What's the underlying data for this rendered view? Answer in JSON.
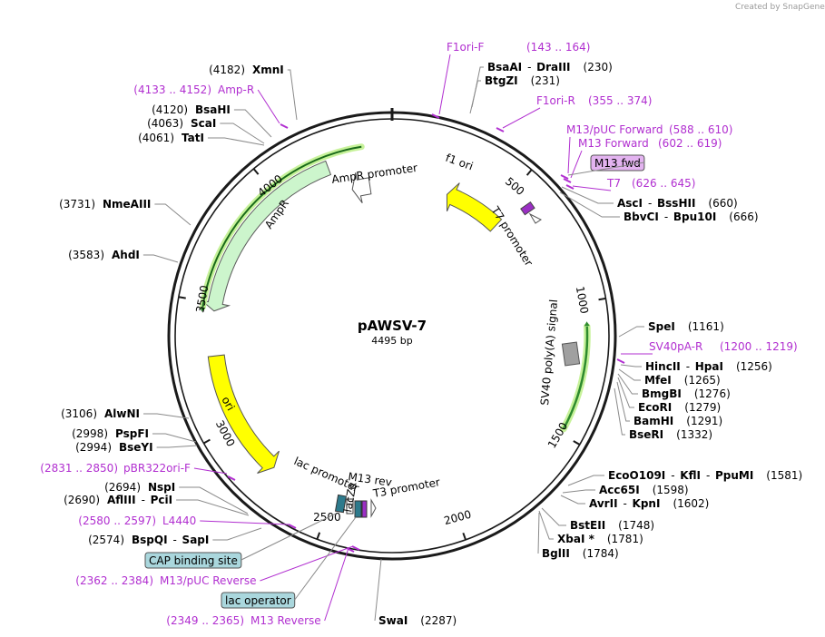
{
  "credit": "Created by SnapGene",
  "plasmid": {
    "name": "pAWSV-7",
    "length_text": "4495 bp",
    "length": 4495
  },
  "ticks": [
    {
      "pos": 500,
      "label": "500"
    },
    {
      "pos": 1000,
      "label": "1000"
    },
    {
      "pos": 1500,
      "label": "1500"
    },
    {
      "pos": 2000,
      "label": "2000"
    },
    {
      "pos": 2500,
      "label": "2500"
    },
    {
      "pos": 3000,
      "label": "3000"
    },
    {
      "pos": 3500,
      "label": "3500"
    },
    {
      "pos": 4000,
      "label": "4000"
    }
  ],
  "enzymes_right": [
    {
      "pos": 230,
      "name": "BsaAI",
      "name2": "DraIII",
      "coord": "(230)"
    },
    {
      "pos": 231,
      "name": "BtgZI",
      "name2": "",
      "coord": "(231)"
    },
    {
      "pos": 660,
      "name": "AscI",
      "name2": "BssHII",
      "coord": "(660)"
    },
    {
      "pos": 666,
      "name": "BbvCI",
      "name2": "Bpu10I",
      "coord": "(666)"
    },
    {
      "pos": 1161,
      "name": "SpeI",
      "name2": "",
      "coord": "(1161)"
    },
    {
      "pos": 1256,
      "name": "HincII",
      "name2": "HpaI",
      "coord": "(1256)"
    },
    {
      "pos": 1265,
      "name": "MfeI",
      "name2": "",
      "coord": "(1265)"
    },
    {
      "pos": 1276,
      "name": "BmgBI",
      "name2": "",
      "coord": "(1276)"
    },
    {
      "pos": 1279,
      "name": "EcoRI",
      "name2": "",
      "coord": "(1279)"
    },
    {
      "pos": 1291,
      "name": "BamHI",
      "name2": "",
      "coord": "(1291)"
    },
    {
      "pos": 1332,
      "name": "BseRI",
      "name2": "",
      "coord": "(1332)"
    },
    {
      "pos": 1581,
      "name": "EcoO109I",
      "name2": "KflI",
      "name3": "PpuMI",
      "coord": "(1581)"
    },
    {
      "pos": 1598,
      "name": "Acc65I",
      "name2": "",
      "coord": "(1598)"
    },
    {
      "pos": 1602,
      "name": "AvrII",
      "name2": "KpnI",
      "coord": "(1602)"
    },
    {
      "pos": 1748,
      "name": "BstEII",
      "name2": "",
      "coord": "(1748)"
    },
    {
      "pos": 1781,
      "name": "XbaI *",
      "name2": "",
      "coord": "(1781)"
    },
    {
      "pos": 1784,
      "name": "BglII",
      "name2": "",
      "coord": "(1784)"
    },
    {
      "pos": 2287,
      "name": "SwaI",
      "name2": "",
      "coord": "(2287)"
    }
  ],
  "enzymes_left": [
    {
      "pos": 4182,
      "name": "XmnI",
      "name2": "",
      "coord": "(4182)"
    },
    {
      "pos": 4120,
      "name": "BsaHI",
      "name2": "",
      "coord": "(4120)"
    },
    {
      "pos": 4063,
      "name": "ScaI",
      "name2": "",
      "coord": "(4063)"
    },
    {
      "pos": 4061,
      "name": "TatI",
      "name2": "",
      "coord": "(4061)"
    },
    {
      "pos": 3731,
      "name": "NmeAIII",
      "name2": "",
      "coord": "(3731)"
    },
    {
      "pos": 3583,
      "name": "AhdI",
      "name2": "",
      "coord": "(3583)"
    },
    {
      "pos": 3106,
      "name": "AlwNI",
      "name2": "",
      "coord": "(3106)"
    },
    {
      "pos": 2998,
      "name": "PspFI",
      "name2": "",
      "coord": "(2998)"
    },
    {
      "pos": 2994,
      "name": "BseYI",
      "name2": "",
      "coord": "(2994)"
    },
    {
      "pos": 2694,
      "name": "NspI",
      "name2": "",
      "coord": "(2694)"
    },
    {
      "pos": 2690,
      "name": "AflIII",
      "name2": "PciI",
      "coord": "(2690)"
    },
    {
      "pos": 2574,
      "name": "BspQI",
      "name2": "SapI",
      "coord": "(2574)"
    }
  ],
  "primers": [
    {
      "pos": 153,
      "name": "F1ori-F",
      "range": "(143 .. 164)"
    },
    {
      "pos": 364,
      "name": "F1ori-R",
      "range": "(355 .. 374)"
    },
    {
      "pos": 599,
      "name": "M13/pUC Forward",
      "range": "(588 .. 610)"
    },
    {
      "pos": 610,
      "name": "M13 Forward",
      "range": "(602 .. 619)"
    },
    {
      "pos": 635,
      "name": "T7",
      "range": "(626 .. 645)"
    },
    {
      "pos": 1210,
      "name": "SV40pA-R",
      "range": "(1200 .. 1219)"
    },
    {
      "pos": 4142,
      "name": "Amp-R",
      "range": "(4133 .. 4152)"
    },
    {
      "pos": 2840,
      "name": "pBR322ori-F",
      "range": "(2831 .. 2850)"
    },
    {
      "pos": 2588,
      "name": "L4440",
      "range": "(2580 .. 2597)"
    },
    {
      "pos": 2373,
      "name": "M13/pUC Reverse",
      "range": "(2362 .. 2384)"
    },
    {
      "pos": 2357,
      "name": "M13 Reverse",
      "range": "(2349 .. 2365)"
    }
  ],
  "boxed_labels": {
    "m13_fwd": "M13 fwd",
    "cap_site": "CAP binding site",
    "lac_operator": "lac operator"
  },
  "features": [
    {
      "name": "f1 ori",
      "start": 140,
      "end": 595,
      "color": "#ffff00",
      "direction": "ccw"
    },
    {
      "name": "AmpR promoter",
      "start": 4265,
      "end": 4370,
      "color": "#ffffff",
      "direction": "ccw"
    },
    {
      "name": "AmpR",
      "start": 3440,
      "end": 4240,
      "color": "#ccf5cc",
      "direction": "ccw"
    },
    {
      "name": "ori",
      "start": 2700,
      "end": 3290,
      "color": "#ffff00",
      "direction": "ccw"
    },
    {
      "name": "SV40 poly(A) signal",
      "start": 1080,
      "end": 1475,
      "color": "#99ff66",
      "direction": "ccw"
    }
  ],
  "small_feature_labels": {
    "t7_promoter": "T7 promoter",
    "lac_promoter": "lac promoter",
    "m13_rev": "M13 rev",
    "t3_promoter": "T3 promoter",
    "sv40_polya": "SV40 poly(A) signal",
    "lacZa": "lacZα"
  },
  "colors": {
    "backbone": "#1a1a1a",
    "primer": "#b12fd0",
    "f1_ori": "#ffff00",
    "ampr": "#ccf5cc",
    "ampr_line": "#1a6b1a",
    "sv40_line": "#2e8b2e",
    "lac_operator_fill": "#aad7dd",
    "m13_fwd_fill": "#e3b3f0",
    "gray_box": "#a0a0a0"
  }
}
